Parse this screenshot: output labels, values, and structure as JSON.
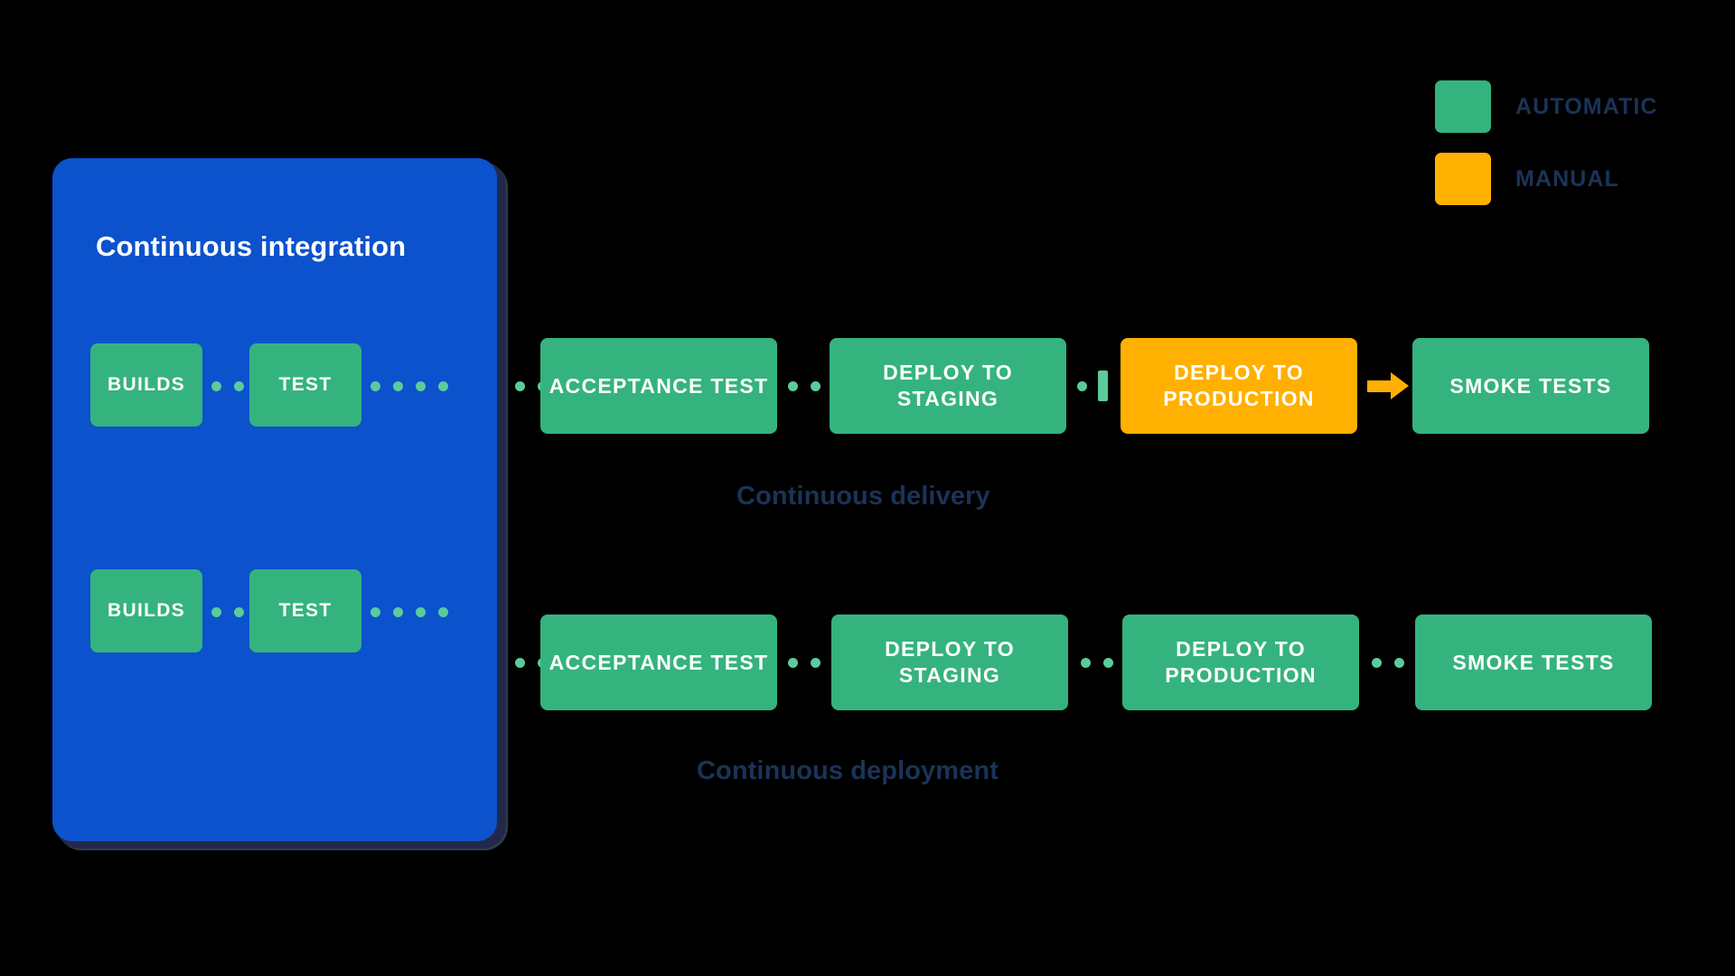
{
  "legend": {
    "items": [
      {
        "label": "AUTOMATIC",
        "color": "#35B37E",
        "swatch_icon": "green-square-swatch"
      },
      {
        "label": "MANUAL",
        "color": "#FFB000",
        "swatch_icon": "orange-square-swatch"
      }
    ]
  },
  "ci_panel": {
    "title": "Continuous integration",
    "color": "#0B52CC",
    "stages": [
      {
        "label": "BUILDS",
        "type": "automatic"
      },
      {
        "label": "TEST",
        "type": "automatic"
      }
    ]
  },
  "pipelines": [
    {
      "name": "continuous-delivery",
      "caption": "Continuous delivery",
      "ci_stages": [
        {
          "label": "BUILDS",
          "type": "automatic"
        },
        {
          "label": "TEST",
          "type": "automatic"
        }
      ],
      "stages": [
        {
          "label": "ACCEPTANCE TEST",
          "type": "automatic",
          "color": "#35B37E"
        },
        {
          "label": "DEPLOY TO STAGING",
          "type": "automatic",
          "color": "#35B37E"
        },
        {
          "label": "DEPLOY TO PRODUCTION",
          "type": "manual",
          "color": "#FFB000"
        },
        {
          "label": "SMOKE TESTS",
          "type": "automatic",
          "color": "#35B37E"
        }
      ]
    },
    {
      "name": "continuous-deployment",
      "caption": "Continuous deployment",
      "ci_stages": [
        {
          "label": "BUILDS",
          "type": "automatic"
        },
        {
          "label": "TEST",
          "type": "automatic"
        }
      ],
      "stages": [
        {
          "label": "ACCEPTANCE TEST",
          "type": "automatic",
          "color": "#35B37E"
        },
        {
          "label": "DEPLOY TO STAGING",
          "type": "automatic",
          "color": "#35B37E"
        },
        {
          "label": "DEPLOY TO PRODUCTION",
          "type": "automatic",
          "color": "#35B37E"
        },
        {
          "label": "SMOKE TESTS",
          "type": "automatic",
          "color": "#35B37E"
        }
      ]
    }
  ],
  "colors": {
    "background": "#000000",
    "automatic": "#35B37E",
    "manual": "#FFB000",
    "ci_panel": "#0B52CC",
    "text_navy": "#1B3358",
    "connector": "#5BCB9C"
  }
}
